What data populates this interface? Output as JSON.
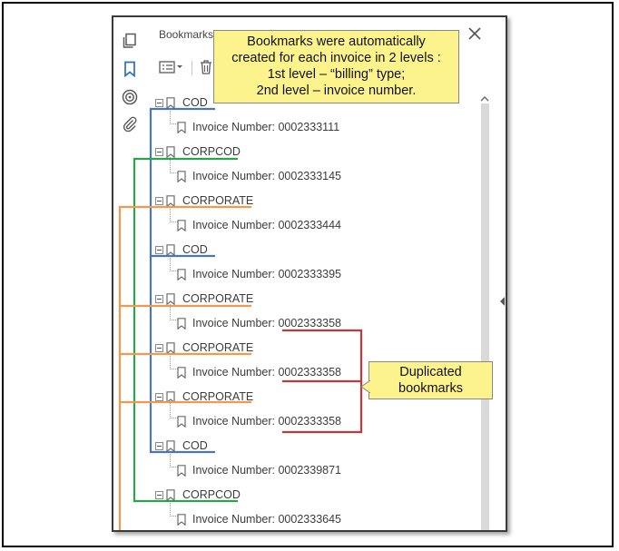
{
  "panel": {
    "title": "Bookmarks",
    "rail_icons": [
      "pages-icon",
      "bookmark-icon",
      "target-icon",
      "paperclip-icon"
    ]
  },
  "bookmarks": [
    {
      "label": "COD",
      "child": "Invoice Number: 0002333111"
    },
    {
      "label": "CORPCOD",
      "child": "Invoice Number: 0002333145"
    },
    {
      "label": "CORPORATE",
      "child": "Invoice Number: 0002333444"
    },
    {
      "label": "COD",
      "child": "Invoice Number: 0002333395"
    },
    {
      "label": "CORPORATE",
      "child": "Invoice Number: 0002333358"
    },
    {
      "label": "CORPORATE",
      "child": "Invoice Number: 0002333358"
    },
    {
      "label": "CORPORATE",
      "child": "Invoice Number: 0002333358"
    },
    {
      "label": "COD",
      "child": "Invoice Number: 0002339871"
    },
    {
      "label": "CORPCOD",
      "child": "Invoice Number: 0002333645"
    }
  ],
  "callout_top": {
    "lines": [
      "Bookmarks were automatically",
      "created  for each invoice in 2 levels :",
      "1st level – “billing” type;",
      "2nd level – invoice number."
    ]
  },
  "callout_dup": {
    "lines": [
      "Duplicated",
      "bookmarks"
    ]
  },
  "colors": {
    "cod": "#4a78b5",
    "corpcod": "#2ba34b",
    "corporate": "#f09a4f",
    "duplicate": "#c0393b",
    "callout_bg": "#fdf38c"
  }
}
